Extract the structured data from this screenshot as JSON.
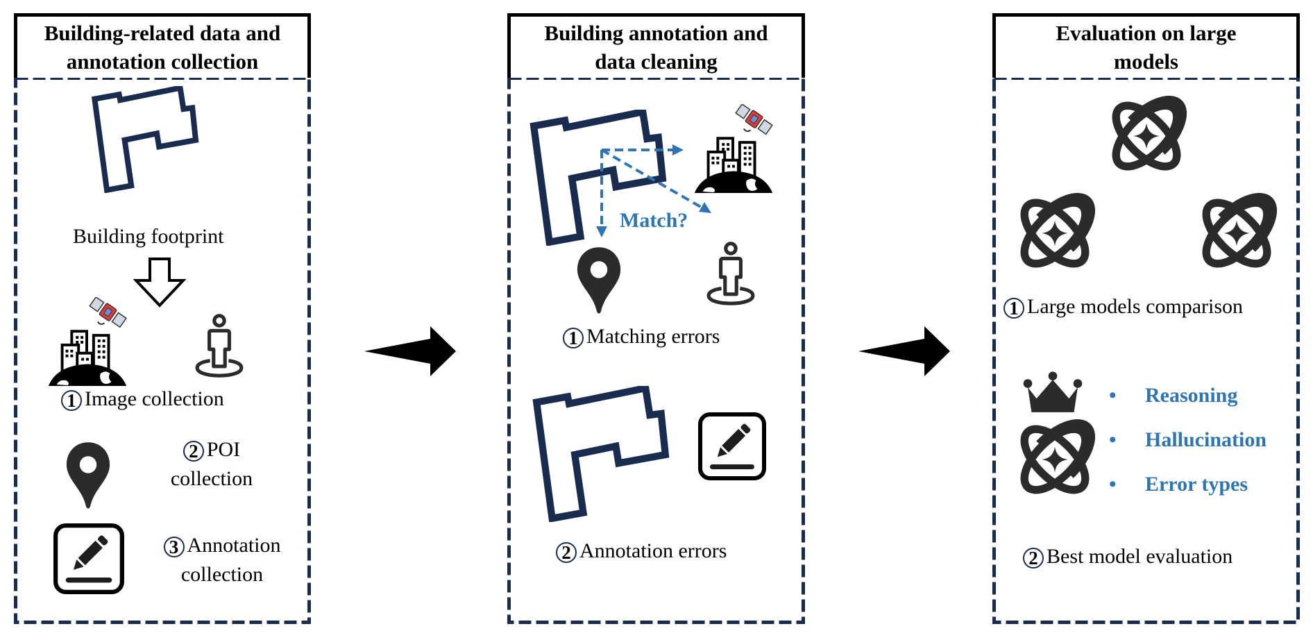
{
  "panels": [
    {
      "title_line1": "Building-related data and",
      "title_line2": "annotation collection",
      "footprint_label": "Building footprint",
      "items": [
        {
          "number": "1",
          "label": "Image collection"
        },
        {
          "number": "2",
          "label_line1": "POI",
          "label_line2": "collection"
        },
        {
          "number": "3",
          "label_line1": "Annotation",
          "label_line2": "collection"
        }
      ]
    },
    {
      "title_line1": "Building annotation and",
      "title_line2": "data cleaning",
      "match_label": "Match?",
      "items": [
        {
          "number": "1",
          "label": "Matching errors"
        },
        {
          "number": "2",
          "label": "Annotation errors"
        }
      ]
    },
    {
      "title_line1": "Evaluation on large",
      "title_line2": "models",
      "items": [
        {
          "number": "1",
          "label": "Large models comparison"
        },
        {
          "number": "2",
          "label": "Best model evaluation"
        }
      ],
      "bullets": [
        "Reasoning",
        "Hallucination",
        "Error types"
      ]
    }
  ],
  "flow_arrows": [
    "arrow-1-to-2",
    "arrow-2-to-3"
  ],
  "colors": {
    "frame_navy": "#1a2b50",
    "accent_blue": "#2e75b6",
    "icon_dark": "#2b2b2b",
    "satellite_red": "#e03a3a"
  },
  "icons": [
    "building-footprint-icon",
    "down-arrow-icon",
    "city-satellite-icon",
    "street-view-person-icon",
    "map-pin-icon",
    "edit-annotation-icon",
    "ai-model-icon",
    "crown-icon"
  ]
}
